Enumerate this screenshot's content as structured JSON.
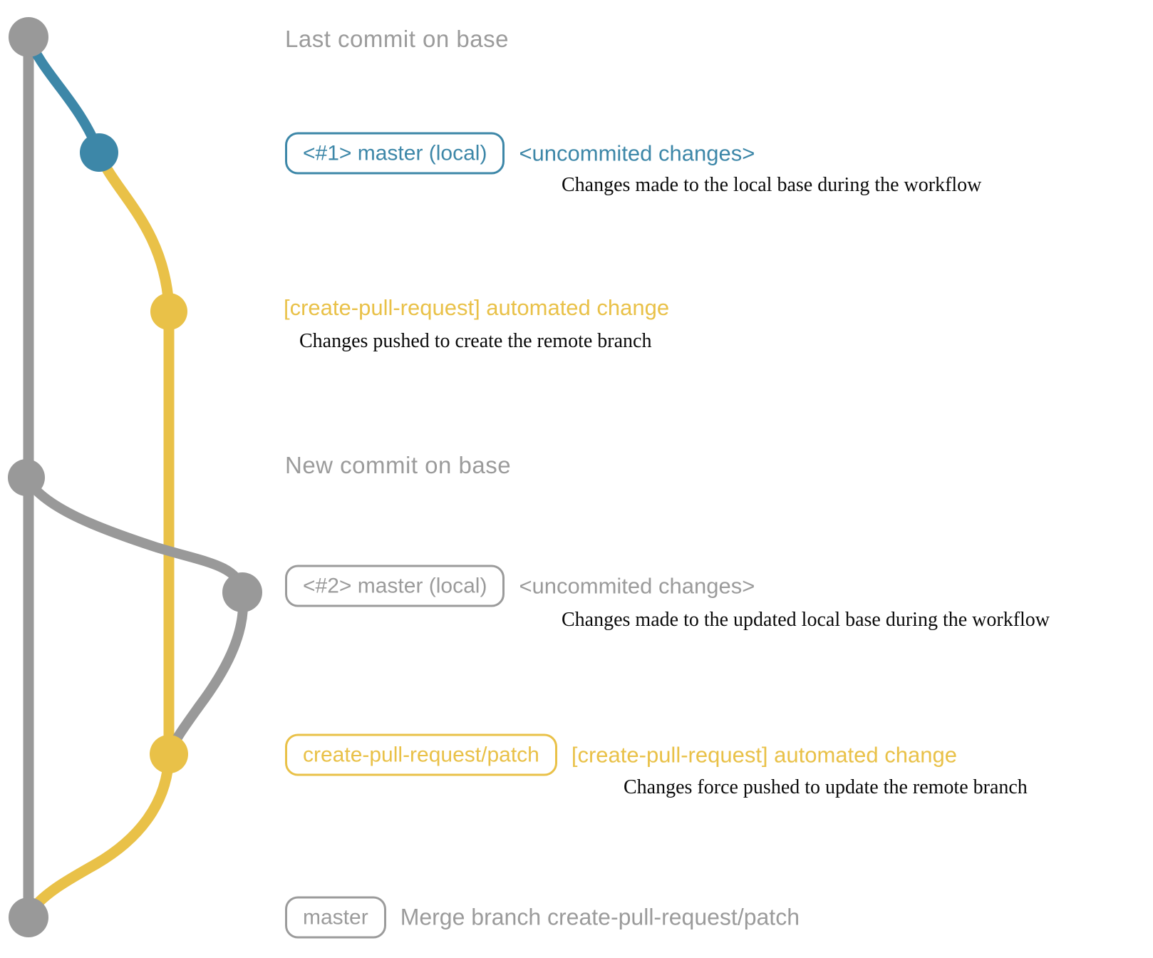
{
  "colors": {
    "gray": "#999999",
    "gray_text": "#9b9b9b",
    "blue": "#3d87a8",
    "yellow": "#e9c148",
    "caption": "#0a0a0a"
  },
  "diagram": {
    "type": "git-branch-graph",
    "branches": [
      "master (base, gray)",
      "master local changes (blue)",
      "create-pull-request/patch (yellow)"
    ],
    "commits": [
      {
        "name": "last-commit-on-base",
        "branch": "master",
        "color": "gray"
      },
      {
        "name": "uncommited-changes-1",
        "branch": "master-local",
        "color": "blue"
      },
      {
        "name": "automated-change-1",
        "branch": "create-pull-request/patch",
        "color": "yellow"
      },
      {
        "name": "new-commit-on-base",
        "branch": "master",
        "color": "gray"
      },
      {
        "name": "uncommited-changes-2",
        "branch": "master-local",
        "color": "gray"
      },
      {
        "name": "automated-change-2",
        "branch": "create-pull-request/patch",
        "color": "yellow"
      },
      {
        "name": "merge-commit",
        "branch": "master",
        "color": "gray"
      }
    ]
  },
  "rows": {
    "row1": {
      "title": "Last commit on base"
    },
    "row2": {
      "badge": "<#1> master (local)",
      "label": "<uncommited changes>",
      "caption": "Changes made to the local base during the workflow"
    },
    "row3": {
      "label": "[create-pull-request] automated change",
      "caption": "Changes pushed to create the remote branch"
    },
    "row4": {
      "title": "New commit on base"
    },
    "row5": {
      "badge": "<#2> master (local)",
      "label": "<uncommited changes>",
      "caption": "Changes made to the updated local base during the workflow"
    },
    "row6": {
      "badge": "create-pull-request/patch",
      "label": "[create-pull-request] automated change",
      "caption": "Changes force pushed to update the remote branch"
    },
    "row7": {
      "badge": "master",
      "label": "Merge branch create-pull-request/patch"
    }
  }
}
